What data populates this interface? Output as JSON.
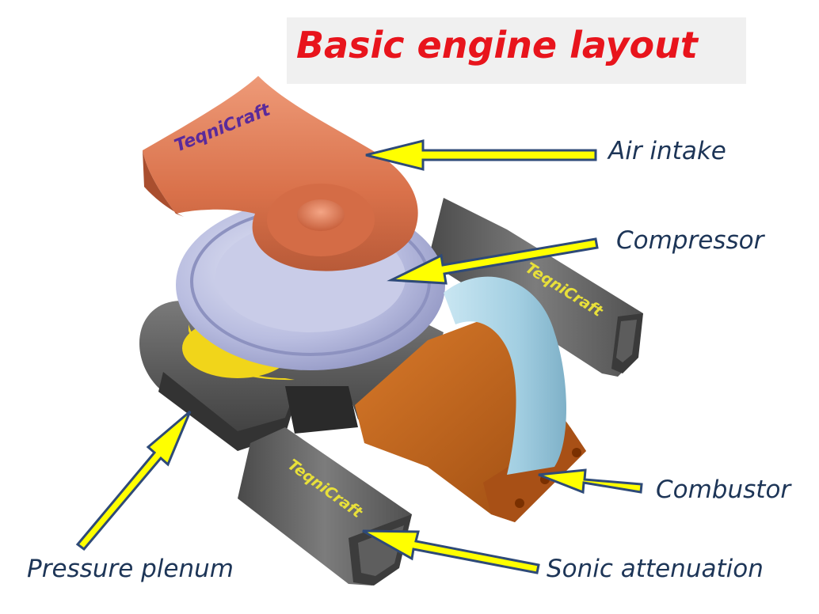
{
  "title": "Basic engine layout",
  "labels": {
    "air_intake": "Air intake",
    "compressor": "Compressor",
    "combustor": "Combustor",
    "sonic_attenuation": "Sonic attenuation",
    "pressure_plenum": "Pressure plenum"
  },
  "watermarks": {
    "intake": "TeqniCraft",
    "right_duct": "TeqniCraft",
    "left_duct": "TeqniCraft"
  },
  "colors": {
    "title": "#e8141c",
    "label_text": "#1d3557",
    "arrow_fill": "#ffff00",
    "arrow_outline": "#2e4a78",
    "intake": "#e07a52",
    "compressor": "#b4b8dc",
    "plenum": "#585858",
    "combustor": "#c8691a",
    "transfer_tube": "#a9d4e6",
    "bearing_ring": "#f1d51a",
    "watermark_intake": "#5a2a9a",
    "watermark_duct": "#e8e03a"
  },
  "icons": {
    "arrow": "block-arrow-icon"
  }
}
